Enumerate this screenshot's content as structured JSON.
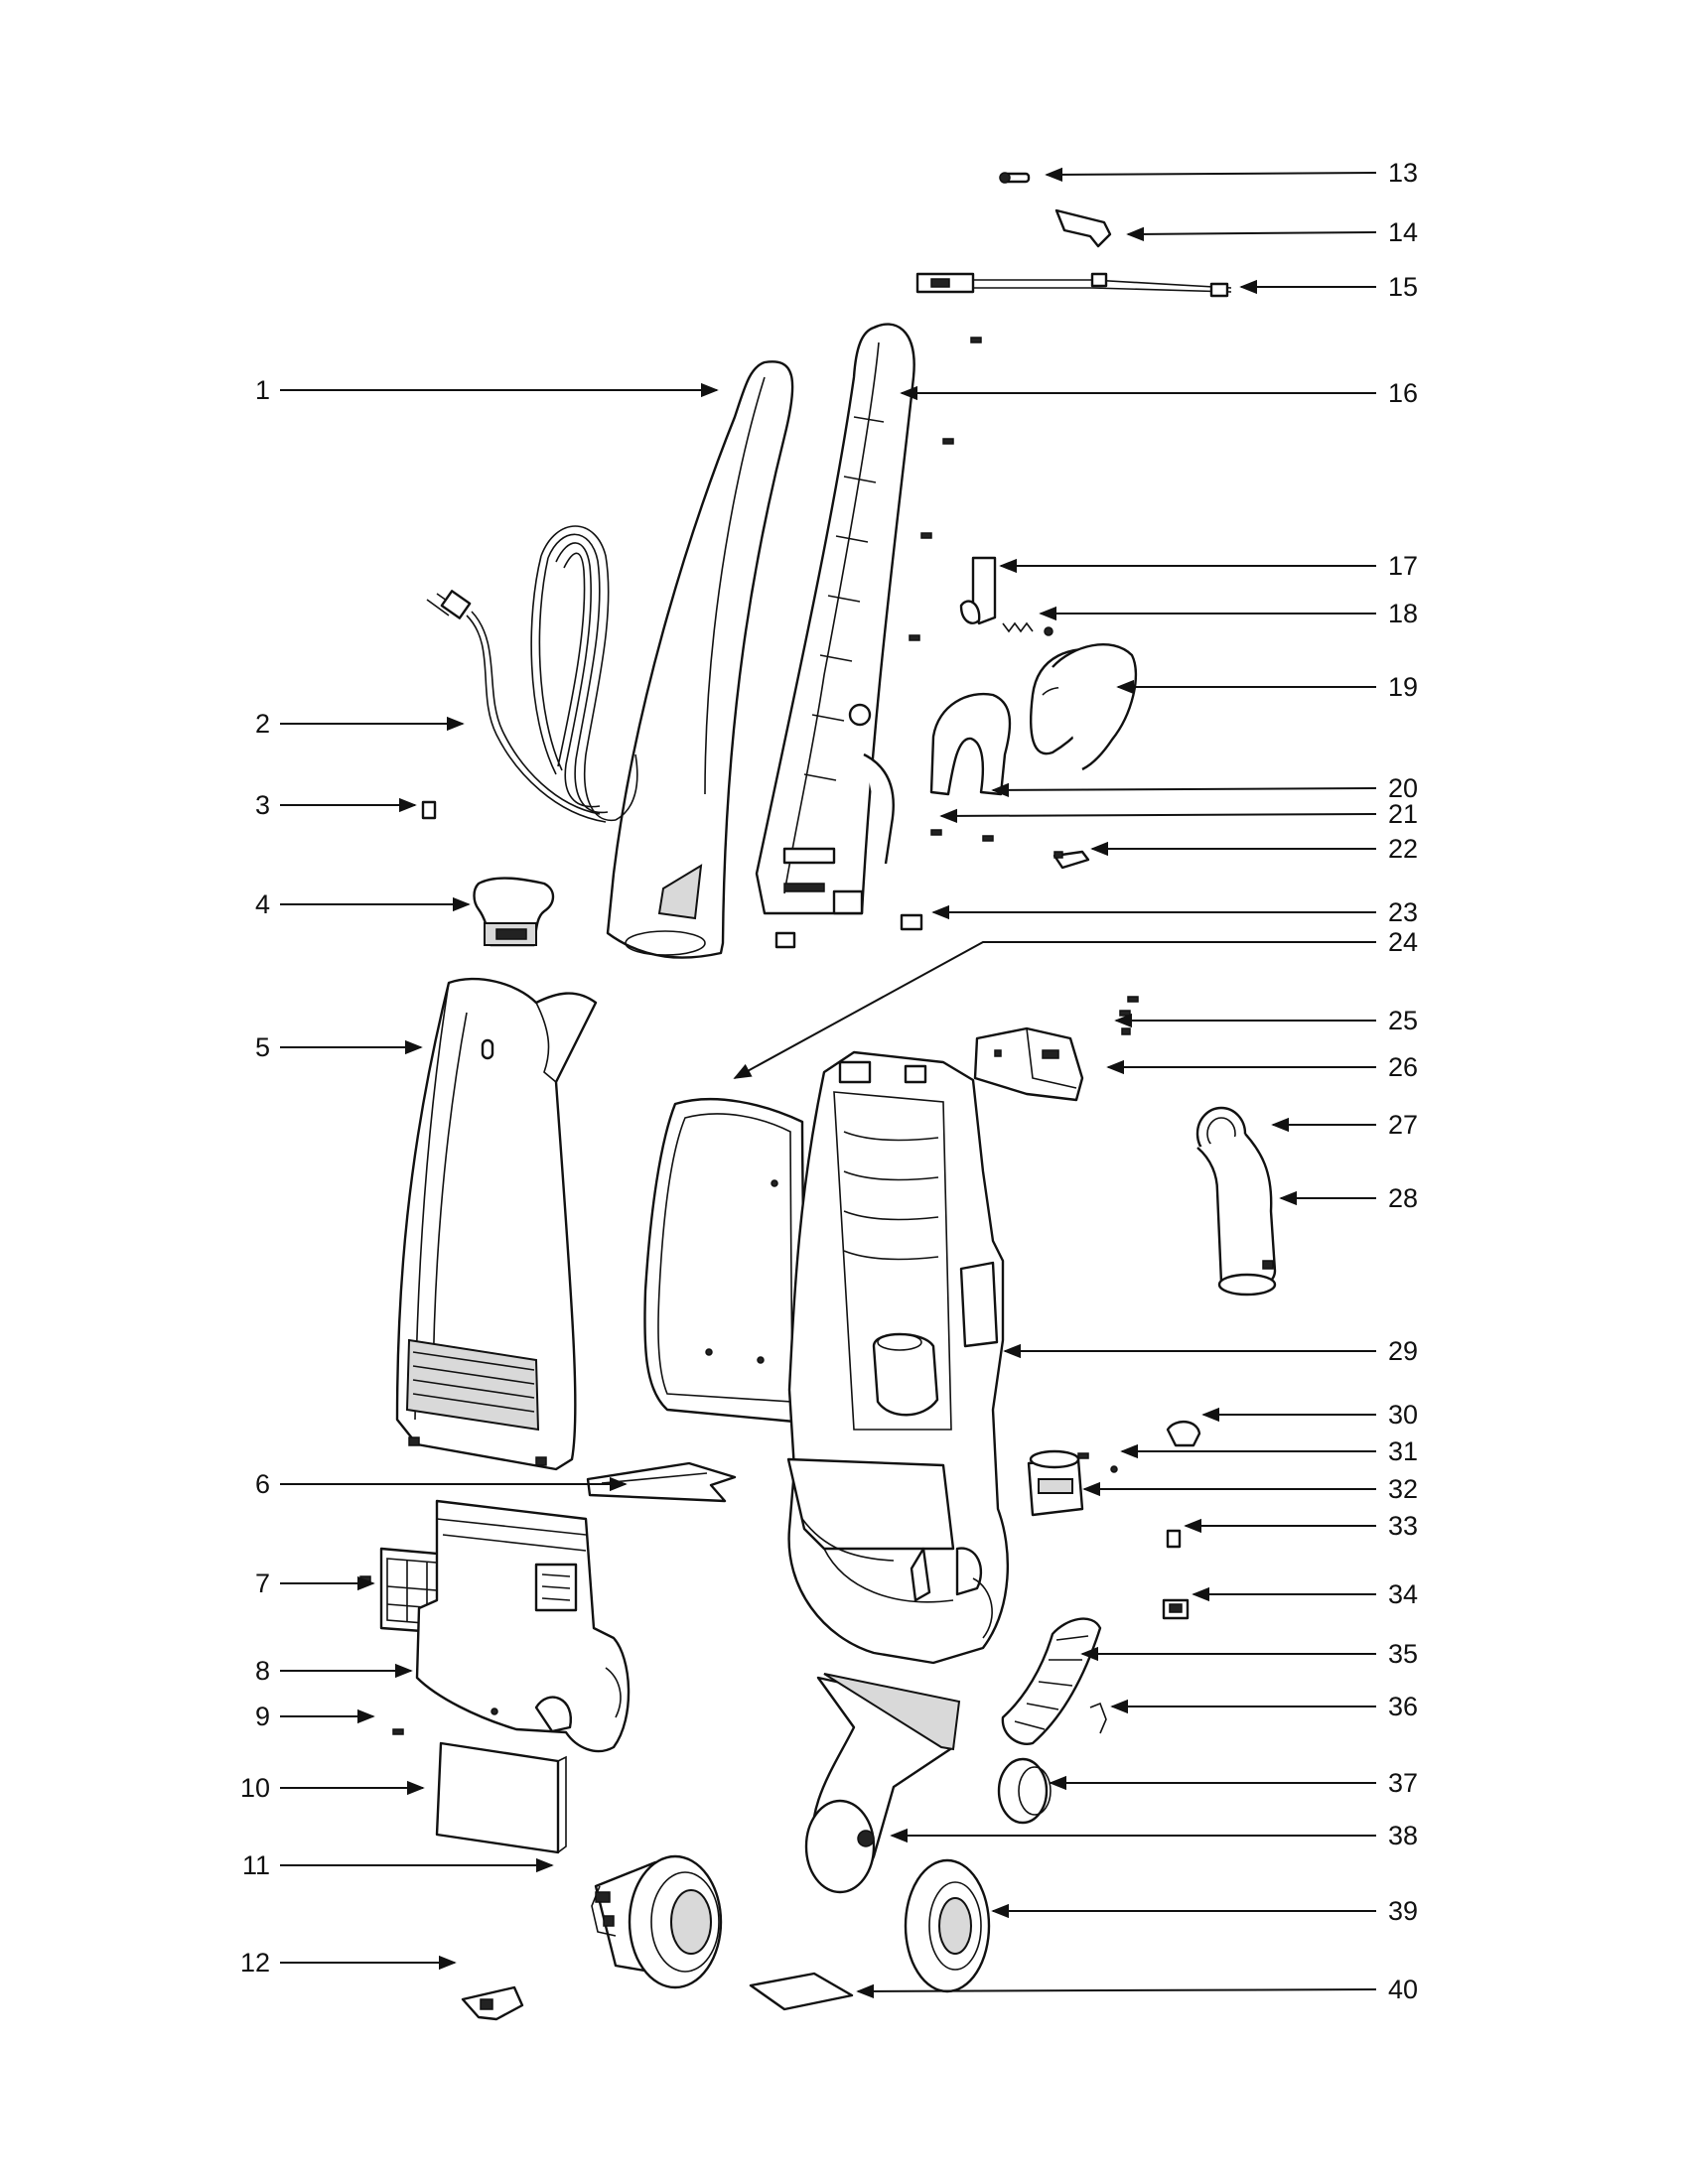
{
  "diagram": {
    "type": "exploded-parts",
    "callouts": [
      {
        "num": "1",
        "side": "left"
      },
      {
        "num": "2",
        "side": "left"
      },
      {
        "num": "3",
        "side": "left"
      },
      {
        "num": "4",
        "side": "left"
      },
      {
        "num": "5",
        "side": "left"
      },
      {
        "num": "6",
        "side": "left"
      },
      {
        "num": "7",
        "side": "left"
      },
      {
        "num": "8",
        "side": "left"
      },
      {
        "num": "9",
        "side": "left"
      },
      {
        "num": "10",
        "side": "left"
      },
      {
        "num": "11",
        "side": "left"
      },
      {
        "num": "12",
        "side": "left"
      },
      {
        "num": "13",
        "side": "right"
      },
      {
        "num": "14",
        "side": "right"
      },
      {
        "num": "15",
        "side": "right"
      },
      {
        "num": "16",
        "side": "right"
      },
      {
        "num": "17",
        "side": "right"
      },
      {
        "num": "18",
        "side": "right"
      },
      {
        "num": "19",
        "side": "right"
      },
      {
        "num": "20",
        "side": "right"
      },
      {
        "num": "21",
        "side": "right"
      },
      {
        "num": "22",
        "side": "right"
      },
      {
        "num": "23",
        "side": "right"
      },
      {
        "num": "24",
        "side": "right"
      },
      {
        "num": "25",
        "side": "right"
      },
      {
        "num": "26",
        "side": "right"
      },
      {
        "num": "27",
        "side": "right"
      },
      {
        "num": "28",
        "side": "right"
      },
      {
        "num": "29",
        "side": "right"
      },
      {
        "num": "30",
        "side": "right"
      },
      {
        "num": "31",
        "side": "right"
      },
      {
        "num": "32",
        "side": "right"
      },
      {
        "num": "33",
        "side": "right"
      },
      {
        "num": "34",
        "side": "right"
      },
      {
        "num": "35",
        "side": "right"
      },
      {
        "num": "36",
        "side": "right"
      },
      {
        "num": "37",
        "side": "right"
      },
      {
        "num": "38",
        "side": "right"
      },
      {
        "num": "39",
        "side": "right"
      },
      {
        "num": "40",
        "side": "right"
      }
    ]
  }
}
